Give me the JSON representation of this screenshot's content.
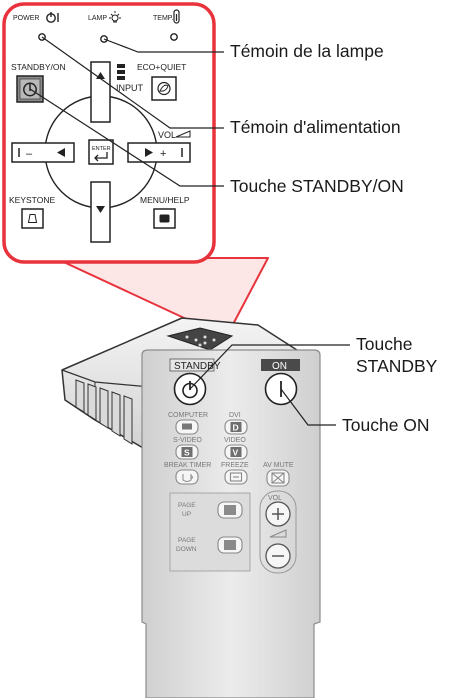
{
  "panel": {
    "power_label": "POWER",
    "lamp_label": "LAMP",
    "temp_label": "TEMP.",
    "standby_on_label": "STANDBY/ON",
    "eco_quiet_label": "ECO+QUIET",
    "input_label": "INPUT",
    "vol_label": "VOL",
    "enter_label": "ENTER",
    "minus_label": "–",
    "plus_label": "+",
    "keystone_label": "KEYSTONE",
    "menu_help_label": "MENU/HELP"
  },
  "callouts": {
    "lamp": "Témoin de la lampe",
    "power": "Témoin d'alimentation",
    "standby_on": "Touche STANDBY/ON",
    "standby_line1": "Touche",
    "standby_line2": "STANDBY",
    "on": "Touche ON"
  },
  "remote": {
    "standby_label": "STANDBY",
    "on_label": "ON",
    "computer_label": "COMPUTER",
    "dvi_label": "DVI",
    "dvi_key": "D",
    "svideo_label": "S-VIDEO",
    "svideo_key": "S",
    "video_label": "VIDEO",
    "video_key": "V",
    "break_timer_label": "BREAK TIMER",
    "freeze_label": "FREEZE",
    "av_mute_label": "AV MUTE",
    "vol_label": "VOL",
    "page_up_label1": "PAGE",
    "page_up_label2": "UP",
    "page_down_label1": "PAGE",
    "page_down_label2": "DOWN"
  },
  "colors": {
    "panel_border": "#e8323c",
    "panel_bg": "#ffffff",
    "projector_body": "#e9e9e9",
    "remote_body": "#e4e4e4",
    "line": "#222222"
  }
}
